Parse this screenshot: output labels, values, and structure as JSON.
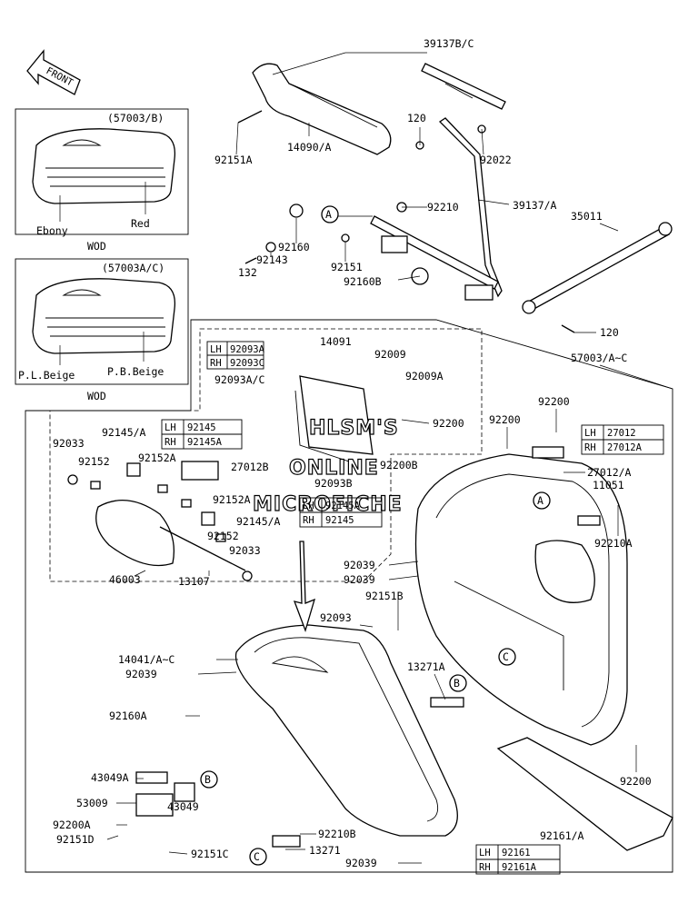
{
  "front_arrow": {
    "label": "FRONT"
  },
  "color_boxes": [
    {
      "code": "(57003/B)",
      "colors": [
        "Ebony",
        "Red"
      ],
      "note": "WOD"
    },
    {
      "code": "(57003A/C)",
      "colors": [
        "P.L.Beige",
        "P.B.Beige"
      ],
      "note": "WOD"
    }
  ],
  "watermark": {
    "lines": [
      "HLSM'S",
      "ONLINE",
      "MICROFICHE"
    ]
  },
  "labels": {
    "l39137bc": "39137B/C",
    "l14090a": "14090/A",
    "l92151a": "92151A",
    "l120a": "120",
    "l92022": "92022",
    "l92210": "92210",
    "l39137a": "39137/A",
    "l92160": "92160",
    "l92143": "92143",
    "l132": "132",
    "l92151": "92151",
    "l92160b": "92160B",
    "l35011": "35011",
    "l120b": "120",
    "l57003ac": "57003/A~C",
    "l14091": "14091",
    "l92009": "92009",
    "l92009a": "92009A",
    "l92093ac": "92093A/C",
    "l92200a": "92200",
    "l92200b": "92200",
    "l92200c": "92200",
    "l92200d": "92200",
    "l92200b2": "92200B",
    "l92093b": "92093B",
    "l92033a": "92033",
    "l92145a": "92145/A",
    "l92152": "92152",
    "l92152a": "92152A",
    "l27012b": "27012B",
    "l92152a2": "92152A",
    "l92145a2": "92145/A",
    "l92152b": "92152",
    "l92033b": "92033",
    "l46003": "46003",
    "l13107": "13107",
    "l27012a": "27012/A",
    "l11051": "11051",
    "l92210a": "92210A",
    "l92039a": "92039",
    "l92039b": "92039",
    "l92151b": "92151B",
    "l92093": "92093",
    "l14041": "14041/A~C",
    "l13271a": "13271A",
    "l92039c": "92039",
    "l92160a": "92160A",
    "l43049a": "43049A",
    "l53009": "53009",
    "l43049": "43049",
    "l92200aa": "92200A",
    "l92151d": "92151D",
    "l92151c": "92151C",
    "l92210b": "92210B",
    "l13271": "13271",
    "l92039d": "92039",
    "l92161a": "92161/A"
  },
  "callouts": {
    "a1": "A",
    "a2": "A",
    "b1": "B",
    "b2": "B",
    "c1": "C",
    "c2": "C"
  },
  "tables": {
    "t92093": {
      "rows": [
        [
          "LH",
          "92093A"
        ],
        [
          "RH",
          "92093C"
        ]
      ]
    },
    "t92145": {
      "rows": [
        [
          "LH",
          "92145"
        ],
        [
          "RH",
          "92145A"
        ]
      ]
    },
    "t92145b": {
      "rows": [
        [
          "LH",
          "92145A"
        ],
        [
          "RH",
          "92145"
        ]
      ]
    },
    "t27012": {
      "rows": [
        [
          "LH",
          "27012"
        ],
        [
          "RH",
          "27012A"
        ]
      ]
    },
    "t92161": {
      "rows": [
        [
          "LH",
          "92161"
        ],
        [
          "RH",
          "92161A"
        ]
      ]
    }
  }
}
